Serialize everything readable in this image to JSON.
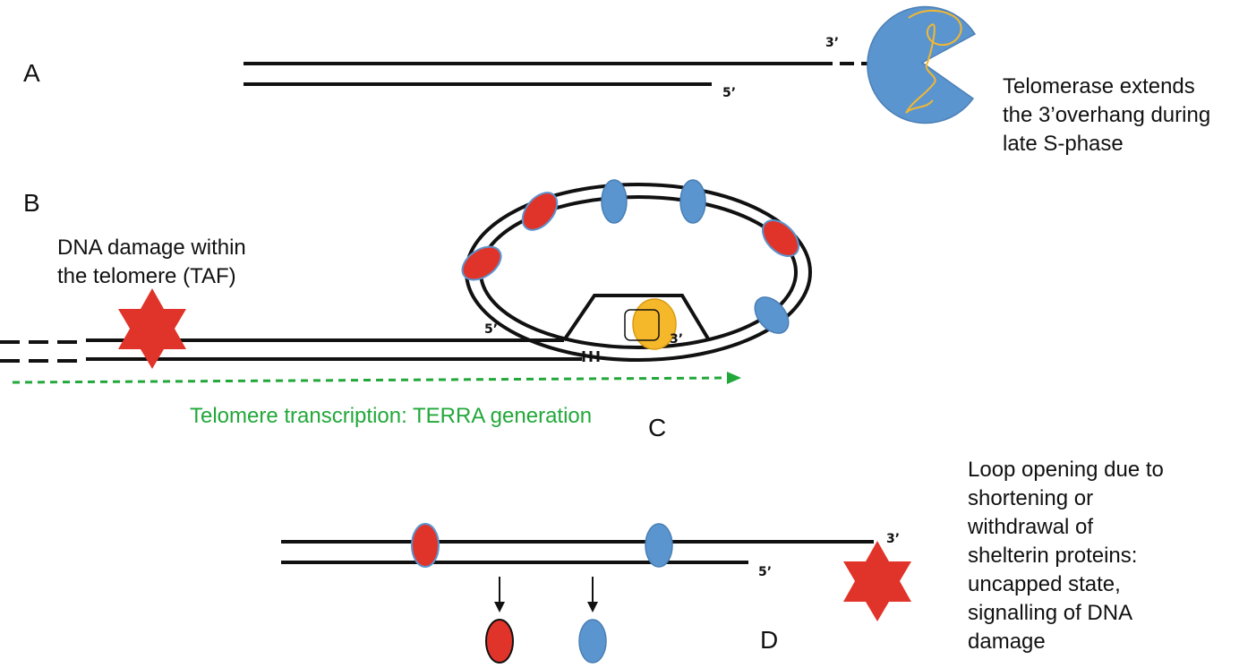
{
  "panels": {
    "a": {
      "letter": "A",
      "end_3": "3’",
      "end_5": "5’",
      "caption": [
        "Telomerase extends",
        "the 3’overhang during",
        "late S-phase"
      ]
    },
    "b": {
      "letter": "B",
      "caption": [
        "DNA damage within",
        "the telomere (TAF)"
      ],
      "end_5": "5’",
      "end_3": "3’",
      "terra": "Telomere transcription: TERRA generation"
    },
    "c": {
      "letter": "C"
    },
    "d": {
      "letter": "D",
      "end_3": "3’",
      "end_5": "5’",
      "caption": [
        "Loop opening due to",
        "shortening or",
        "withdrawal of",
        "shelterin proteins:",
        "uncapped state,",
        "signalling of DNA",
        "damage"
      ]
    }
  },
  "colors": {
    "strand": "#111111",
    "protein_red": "#e0342a",
    "protein_blue": "#5b95cf",
    "telomerase": "#5b95cf",
    "rna_template": "#f2b731",
    "complex": "#f5b82a",
    "damage_star": "#e0342a",
    "terra_arrow": "#22a83a"
  }
}
